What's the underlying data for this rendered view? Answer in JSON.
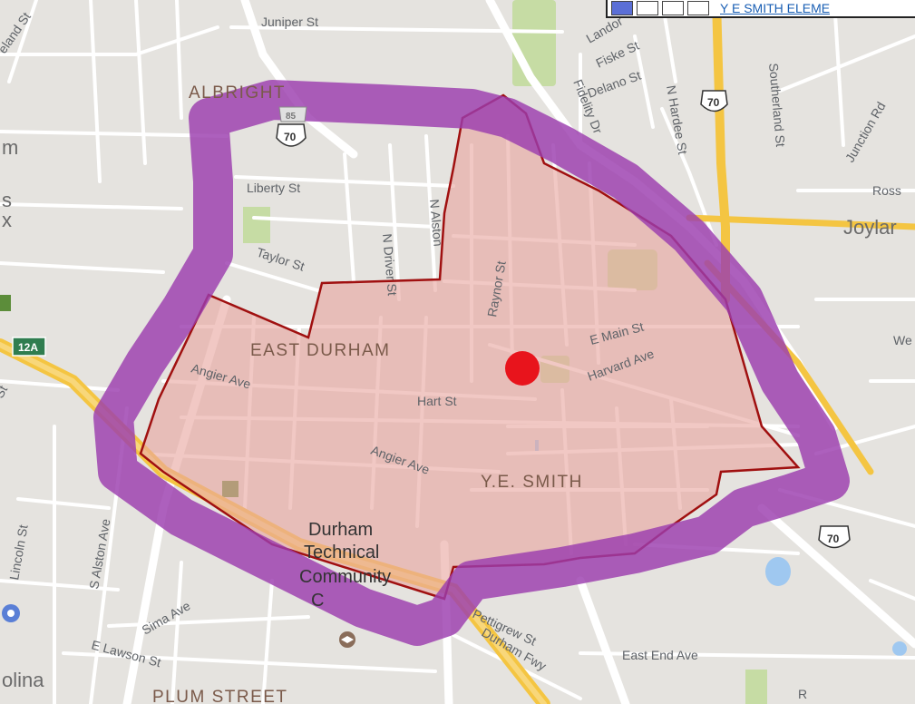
{
  "colors": {
    "map_background": "#e5e3df",
    "road": "#ffffff",
    "highway": "#f4c542",
    "district_fill": "#e8a7a0",
    "district_border": "#a01010",
    "hand_drawn_outline": "#9b3dae",
    "marker": "#e8141c",
    "park": "#c6dca4"
  },
  "toolbar": {
    "link_text": "Y E SMITH ELEME"
  },
  "labels": {
    "juniper": "Juniper St",
    "albright": "ALBRIGHT",
    "landor": "Landor",
    "fiske": "Fiske St",
    "delano": "Delano St",
    "fidelity": "Fidelity Dr",
    "n_hardee": "N Hardee St",
    "southerland": "Southerland St",
    "junction": "Junction Rd",
    "ross": "Ross",
    "joyland": "Joylar",
    "liberty": "Liberty St",
    "taylor": "Taylor St",
    "n_driver": "N Driver St",
    "n_alston_mid": "N Alston",
    "raynor": "Raynor St",
    "east_durham": "EAST DURHAM",
    "e_main": "E Main St",
    "harvard": "Harvard Ave",
    "angier_w": "Angier Ave",
    "hart": "Hart St",
    "angier_e": "Angier Ave",
    "ye_smith": "Y.E. SMITH",
    "durham_tech_1": "Durham",
    "durham_tech_2": "Technical",
    "durham_tech_3": "Community",
    "durham_tech_4": "C",
    "we": "We",
    "left_m": "m",
    "left_s": "s",
    "left_x": "x",
    "left_st": "St",
    "lincoln": "Lincoln St",
    "s_alston": "S Alston Ave",
    "sima": "Sima Ave",
    "e_lawson": "E Lawson St",
    "pettigrew": "Pettigrew St",
    "east_end": "East End Ave",
    "plum": "PLUM STREET",
    "carolina": "olina",
    "durham_fwy": "Durham Fwy",
    "eland": "eland St",
    "s_right": "R"
  },
  "shields": {
    "us70_a": "70",
    "us70_b": "70",
    "us70_c": "70",
    "nc12a": "12A",
    "i85": "85"
  },
  "icons": {
    "marker": "location-marker-icon",
    "education": "school-icon"
  }
}
